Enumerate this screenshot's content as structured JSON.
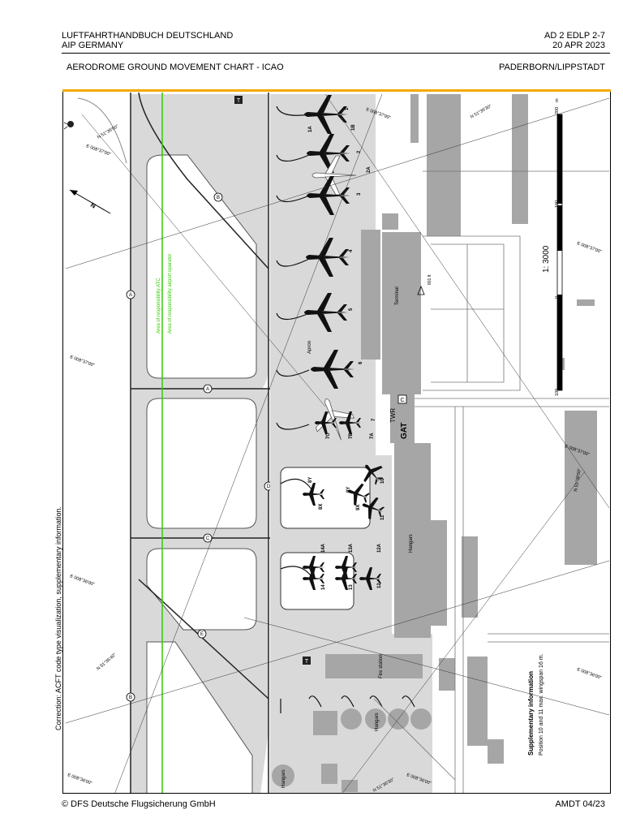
{
  "header": {
    "left_line1": "LUFTFAHRTHANDBUCH DEUTSCHLAND",
    "left_line2": "AIP GERMANY",
    "right_line1": "AD 2 EDLP 2-7",
    "right_line2": "20 APR 2023",
    "chart_title": "AERODROME GROUND MOVEMENT CHART - ICAO",
    "aerodrome": "PADERBORN/LIPPSTADT"
  },
  "side_note": "Correction: ACFT code type visualization, supplementary information.",
  "footer": {
    "copyright": "© DFS Deutsche Flugsicherung GmbH",
    "amendment": "AMDT 04/23"
  },
  "map": {
    "scale": "1: 3000",
    "scale_ticks": [
      "200",
      "100",
      "0",
      "100"
    ],
    "scale_unit": "m",
    "north": "N",
    "responsibility_atc": "Area of responsibility ATC",
    "responsibility_airport": "Area of responsibility airport operator",
    "taxiway_letters": [
      "B",
      "A",
      "C",
      "D",
      "E"
    ],
    "side_taxi_letters": [
      "A",
      "B"
    ],
    "buildings": {
      "terminal": "Terminal",
      "apron": "Apron",
      "tower": "TWR",
      "gat": "GAT",
      "hangars_mid": "Hangars",
      "hangars_low": "Hangars",
      "hangars_corner": "Hangars",
      "fire_station": "Fire station"
    },
    "box_c": "C",
    "elevation": "801 ft",
    "coords": {
      "lat1": "N 51°36'50\"",
      "lat2": "N 51°36'40\"",
      "lat3": "N 51°36'30\"",
      "lat4": "N 51°36'30\"",
      "lat5": "N 51°36'50\"",
      "lon1": "E 008°37'00\"",
      "lon2": "E 008°37'00\"",
      "lon3": "E 008°37'00\"",
      "lon4": "E 008°36'00\"",
      "lon5": "E 008°36'00\"",
      "lon6": "E 008°36'00\"",
      "lon7": "E 008°36'00\"",
      "lon8": "E 008°37'00\"",
      "lon9": "E 008°37'00\""
    },
    "stands": [
      "1",
      "1A",
      "1B",
      "2",
      "2A",
      "3",
      "4",
      "5",
      "6",
      "7",
      "7A",
      "7B",
      "7C",
      "8Y",
      "8X",
      "9Y",
      "9X",
      "10",
      "11",
      "12",
      "12A",
      "13",
      "13A",
      "14",
      "14A"
    ],
    "supplementary_title": "Supplementary information",
    "supplementary_text": "Position 10 and 11 max. wingspan 16 m."
  },
  "colors": {
    "paved": "#d9d9d9",
    "building": "#a6a6a6",
    "boundary": "#33cc00",
    "frame_accent": "#f5a800"
  }
}
